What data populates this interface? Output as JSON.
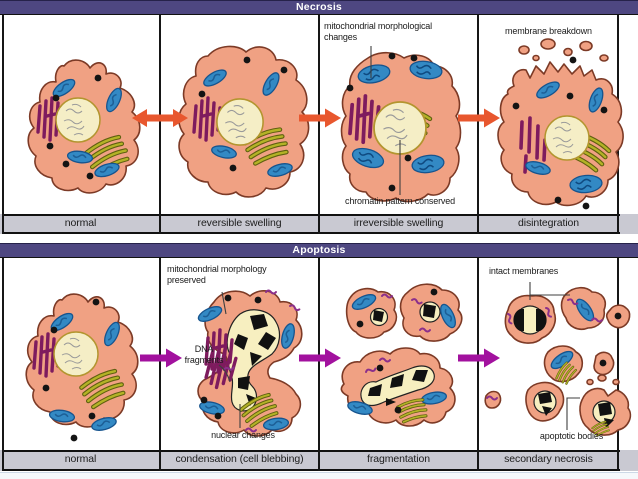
{
  "figure": {
    "panels": [
      {
        "title": "Necrosis",
        "stage_labels": [
          "normal",
          "reversible swelling",
          "irreversible swelling",
          "disintegration"
        ],
        "annotations": {
          "mitochondria": "mitochondrial morphological\nchanges",
          "chromatin": "chromatin pattern conserved",
          "membrane": "membrane breakdown"
        },
        "arrow_color": "#e8572e",
        "arrow_types": [
          "double-headed",
          "right",
          "right"
        ]
      },
      {
        "title": "Apoptosis",
        "stage_labels": [
          "normal",
          "condensation (cell blebbing)",
          "fragmentation",
          "secondary necrosis"
        ],
        "annotations": {
          "mitochondria": "mitochondrial morphology\npreserved",
          "dna": "DNA\nfragments",
          "nuclear": "nuclear changes",
          "membranes": "intact membranes",
          "bodies": "apoptotic bodies"
        },
        "arrow_color": "#a2119e",
        "arrow_types": [
          "right",
          "right",
          "right"
        ]
      }
    ],
    "colors": {
      "header_bg": "#4e4781",
      "header_text": "#ffffff",
      "label_row_bg": "#c9c9d2",
      "cell_body": "#f0a183",
      "cell_outline": "#7c3a26",
      "nucleus": "#f5eec6",
      "nucleus_outline": "#b3952f",
      "condensed_nucleus": "#f7efc0",
      "chromatin_chunks": "#111111",
      "mitochondria": "#3389c4",
      "endoplasmic_reticulum": "#7e1b5e",
      "golgi": "#b3b326",
      "necrosis_arrow": "#e8572e",
      "apoptosis_arrow": "#a2119e"
    }
  }
}
